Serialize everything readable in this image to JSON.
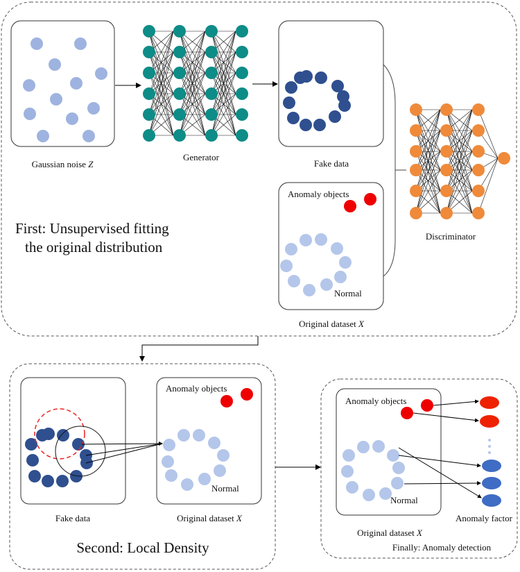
{
  "stage1": {
    "noise_label": "Gaussian noise ",
    "noise_var": "Z",
    "generator_label": "Generator",
    "fake_label": "Fake data",
    "anomaly_label": "Anomaly objects",
    "normal_label": "Normal",
    "dataset_label": "Original dataset ",
    "dataset_var": "X",
    "discriminator_label": "Discriminator",
    "title_line1": "First: Unsupervised fitting",
    "title_line2": "the original distribution"
  },
  "stage2": {
    "fake_label": "Fake data",
    "anomaly_label": "Anomaly objects",
    "normal_label": "Normal",
    "dataset_label": "Original dataset ",
    "dataset_var": "X",
    "title": "Second: Local Density"
  },
  "stage3": {
    "anomaly_label": "Anomaly objects",
    "normal_label": "Normal",
    "dataset_label": "Original dataset ",
    "dataset_var": "X",
    "factor_label": "Anomaly factor",
    "title": "Finally: Anomaly detection"
  },
  "colors": {
    "noise": "#9fb3e0",
    "generator": "#0e8c87",
    "fake": "#2f4f8f",
    "normal": "#b4c6ea",
    "anomaly": "#ee0000",
    "discriminator": "#ef8a3a",
    "factor_normal": "#3f6cc4"
  }
}
